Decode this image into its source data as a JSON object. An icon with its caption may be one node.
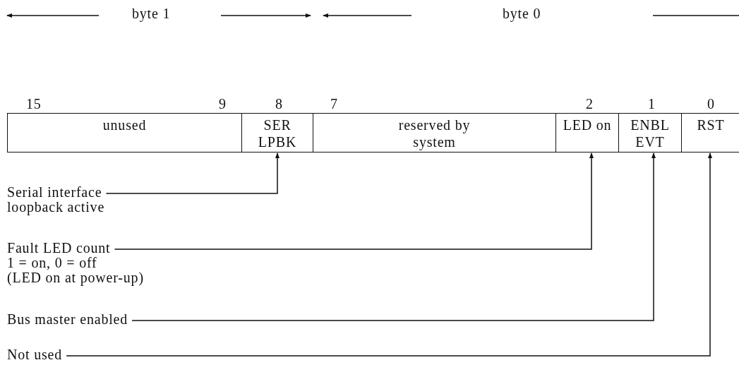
{
  "diagram": {
    "nodes": [
      {
        "text": [
          "unused"
        ]
      },
      {
        "text": [
          "SER LPBK"
        ]
      },
      {
        "text": [
          "reserved by system"
        ]
      },
      {
        "text": [
          "LED on"
        ]
      },
      {
        "text": [
          "ENBL EVT"
        ]
      },
      {
        "text": [
          "RST"
        ]
      },
      {
        "text": [
          "Serial interface loopback active"
        ]
      },
      {
        "text": [
          "Fault LED count",
          "1 = on, 0 = off",
          "(LED on at power-up)"
        ]
      },
      {
        "text": [
          "Bus master enabled"
        ]
      },
      {
        "text": [
          "Not used"
        ]
      }
    ],
    "edges": [
      {
        "from": 6,
        "to": 1,
        "arrow": "to"
      },
      {
        "from": 7,
        "to": 3,
        "arrow": "to"
      },
      {
        "from": 8,
        "to": 4,
        "arrow": "to"
      },
      {
        "from": 9,
        "to": 5,
        "arrow": "to"
      }
    ],
    "labels": [
      "byte 1",
      "byte 0",
      "15",
      "9",
      "8",
      "7",
      "2",
      "1",
      "0"
    ]
  }
}
